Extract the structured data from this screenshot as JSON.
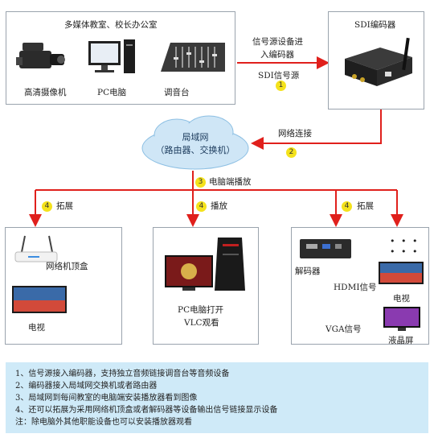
{
  "source_box": {
    "title": "多媒体教室、校长办公室",
    "devices": [
      "高清摄像机",
      "PC电脑",
      "调音台"
    ]
  },
  "encoder": {
    "title": "SDI编码器"
  },
  "signal_label": {
    "line1": "信号源设备进",
    "line2": "入编码器",
    "line3": "SDI信号源"
  },
  "network": {
    "line1": "局域网",
    "line2": "（路由器、交换机）",
    "connect_label": "网络连接"
  },
  "pc_play_label": "电脑端播放",
  "expand_label_left": "拓展",
  "play_label_mid": "播放",
  "expand_label_right": "拓展",
  "left_box": {
    "device": "网络机顶盒",
    "tv": "电视"
  },
  "mid_box": {
    "line1": "PC电脑打开",
    "line2": "VLC观看"
  },
  "right_box": {
    "decoder": "解码器",
    "hdmi": "HDMI信号",
    "tv": "电视",
    "vga": "VGA信号",
    "lcd": "液晶屏"
  },
  "steps": [
    "1",
    "2",
    "3",
    "4",
    "4",
    "4"
  ],
  "notes": [
    "1、信号源接入编码器，支持独立音频链接调音台等音频设备",
    "2、编码器接入局域网交换机或者路由器",
    "3、局域网到每间教室的电脑端安装播放器看到图像",
    "4、还可以拓展为采用网络机顶盒或者解码器等设备输出信号链接显示设备",
    "注：除电脑外其他职能设备也可以安装播放器观看"
  ],
  "colors": {
    "arrow": "#e0201c",
    "step_badge": "#f4e21c",
    "notes_bg": "#cfeaf8",
    "cloud": "#cfe6f6"
  }
}
